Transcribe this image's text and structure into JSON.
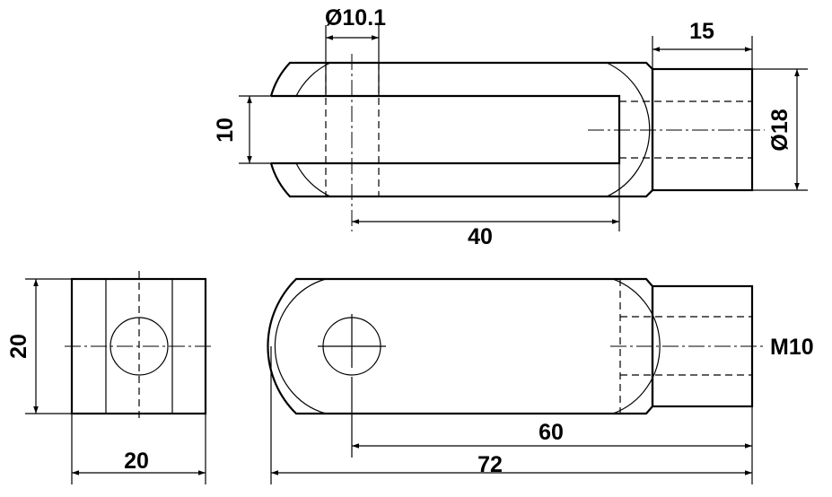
{
  "drawing": {
    "top_view": {
      "hole_diameter": "Ø10.1",
      "slot_width": "10",
      "slot_length": "40",
      "shank_length": "15",
      "shank_diameter": "Ø18"
    },
    "front_view": {
      "hole_to_end": "60",
      "overall_length": "72",
      "thread": "M10"
    },
    "side_view": {
      "height": "20",
      "width": "20"
    }
  }
}
